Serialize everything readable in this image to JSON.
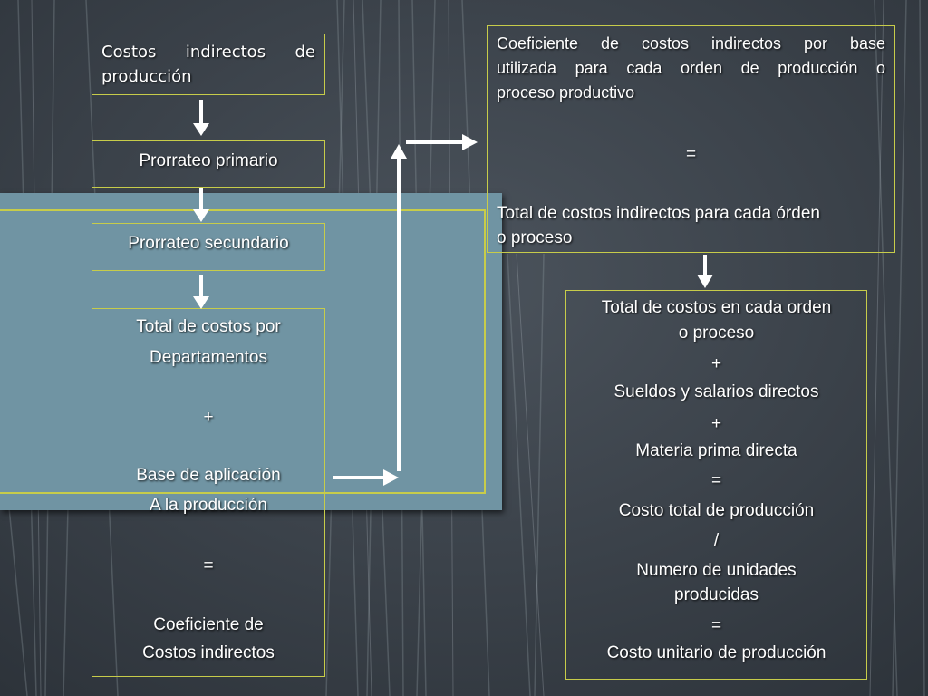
{
  "box1": {
    "line1": "Costos indirectos de",
    "line2": "producción"
  },
  "box2": {
    "label": "Prorrateo primario"
  },
  "box3": {
    "label": "Prorrateo secundario"
  },
  "box4": {
    "l1": "Total de costos por",
    "l2": "Departamentos",
    "l3": "+",
    "l4": "Base de aplicación",
    "l5": "A la producción",
    "l6": "=",
    "l7": "Coeficiente de",
    "l8": "Costos indirectos"
  },
  "box5": {
    "l1": "Coeficiente de costos indirectos por base",
    "l2": "utilizada para cada orden de producción o",
    "l3": "proceso productivo",
    "l4": "=",
    "l5": "Total de costos indirectos para cada órden",
    "l6": "o proceso"
  },
  "box6": {
    "l1": "Total de costos en cada orden",
    "l2": "o proceso",
    "l3": "+",
    "l4": "Sueldos y salarios directos",
    "l5": "+",
    "l6": "Materia prima directa",
    "l7": "=",
    "l8": "Costo total de producción",
    "l9": "/",
    "l10": "Numero de unidades",
    "l11": "producidas",
    "l12": "=",
    "l13": "Costo unitario de producción"
  },
  "colors": {
    "background": "#3a414a",
    "panel": "#7094a3",
    "border": "#c7cc4a",
    "arrow": "#ffffff"
  }
}
